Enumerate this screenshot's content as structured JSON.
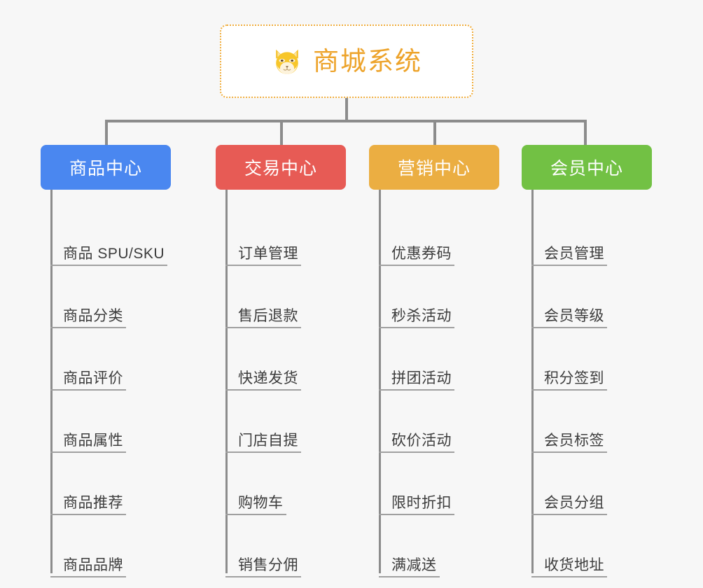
{
  "diagram": {
    "title": "商城系统",
    "root": {
      "label": "商城系统",
      "icon": "shiba-dog-icon",
      "border_color": "#f0ad3c",
      "text_color": "#eda32a",
      "background": "#ffffff"
    },
    "background_color": "#f7f7f7",
    "connector_color": "#8c8c8c",
    "branches": [
      {
        "label": "商品中心",
        "color": "#4a87f0",
        "items": [
          "商品 SPU/SKU",
          "商品分类",
          "商品评价",
          "商品属性",
          "商品推荐",
          "商品品牌"
        ]
      },
      {
        "label": "交易中心",
        "color": "#e75b55",
        "items": [
          "订单管理",
          "售后退款",
          "快递发货",
          "门店自提",
          "购物车",
          "销售分佣"
        ]
      },
      {
        "label": "营销中心",
        "color": "#ebae42",
        "items": [
          "优惠券码",
          "秒杀活动",
          "拼团活动",
          "砍价活动",
          "限时折扣",
          "满减送"
        ]
      },
      {
        "label": "会员中心",
        "color": "#72c144",
        "items": [
          "会员管理",
          "会员等级",
          "积分签到",
          "会员标签",
          "会员分组",
          "收货地址"
        ]
      }
    ]
  }
}
